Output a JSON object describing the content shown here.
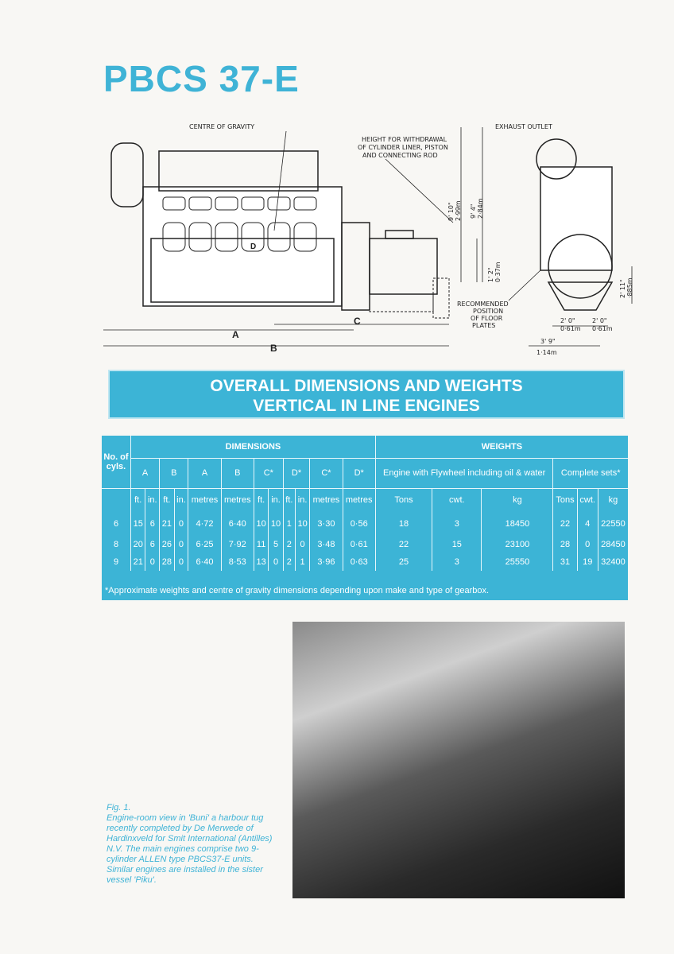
{
  "title": "PBCS 37-E",
  "diagram": {
    "centre_of_gravity": "CENTRE OF GRAVITY",
    "height_note": [
      "HEIGHT FOR WITHDRAWAL",
      "OF CYLINDER LINER, PISTON",
      "AND CONNECTING ROD"
    ],
    "exhaust": "EXHAUST OUTLET",
    "floor": [
      "RECOMMENDED",
      "POSITION",
      "OF FLOOR",
      "PLATES"
    ],
    "dim_a": "A",
    "dim_b": "B",
    "dim_c": "C",
    "dim_d": "D",
    "h1_ft": "9' 10\"",
    "h1_m": "2·99m",
    "h2_ft": "9' 4\"",
    "h2_m": "2·84m",
    "f_ft": "1' 2\"",
    "f_m": "0·37m",
    "s_ft": "2' 11\"",
    "s_m": "·885m",
    "w1_ft": "2' 0\"",
    "w1_m": "0·61m",
    "w2_ft": "2' 0\"",
    "w2_m": "0·61m",
    "w3_ft": "3' 9\"",
    "w3_m": "1·14m"
  },
  "banner": {
    "line1": "OVERALL DIMENSIONS AND WEIGHTS",
    "line2": "VERTICAL IN LINE ENGINES"
  },
  "table": {
    "h_cyls": "No. of cyls.",
    "h_dims": "DIMENSIONS",
    "h_weights": "WEIGHTS",
    "h_cols": [
      "A",
      "B",
      "A",
      "B",
      "C*",
      "D*",
      "C*",
      "D*"
    ],
    "h_engine": "Engine with Flywheel including oil & water",
    "h_complete": "Complete sets*",
    "units": [
      "ft.",
      "in.",
      "ft.",
      "in.",
      "metres",
      "metres",
      "ft.",
      "in.",
      "ft.",
      "in.",
      "metres",
      "metres",
      "Tons",
      "cwt.",
      "kg",
      "Tons",
      "cwt.",
      "kg"
    ],
    "rows": [
      [
        "6",
        "15",
        "6",
        "21",
        "0",
        "4·72",
        "6·40",
        "10",
        "10",
        "1",
        "10",
        "3·30",
        "0·56",
        "18",
        "3",
        "18450",
        "22",
        "4",
        "22550"
      ],
      [
        "8",
        "20",
        "6",
        "26",
        "0",
        "6·25",
        "7·92",
        "11",
        "5",
        "2",
        "0",
        "3·48",
        "0·61",
        "22",
        "15",
        "23100",
        "28",
        "0",
        "28450"
      ],
      [
        "9",
        "21",
        "0",
        "28",
        "0",
        "6·40",
        "8·53",
        "13",
        "0",
        "2",
        "1",
        "3·96",
        "0·63",
        "25",
        "3",
        "25550",
        "31",
        "19",
        "32400"
      ]
    ],
    "footnote": "*Approximate weights and centre of gravity dimensions depending upon make and type of gearbox."
  },
  "caption": {
    "fig": "Fig. 1.",
    "text": "Engine-room view in 'Buni' a harbour tug recently completed by De Merwede of Hardinxveld for Smit International (Antilles) N.V. The main engines comprise two 9-cylinder ALLEN type PBCS37-E units. Similar engines are installed in the sister vessel 'Piku'."
  }
}
